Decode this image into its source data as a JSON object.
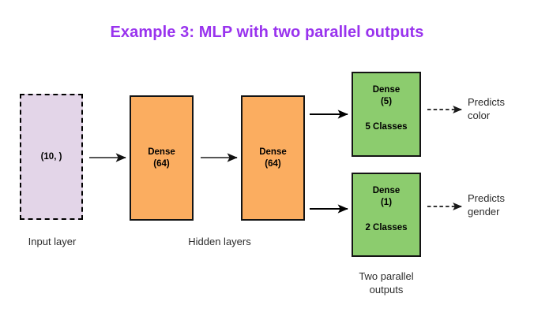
{
  "title": "Example 3: MLP with two parallel outputs",
  "diagram": {
    "type": "neural-network-architecture",
    "input": {
      "shape_label": "(10, )",
      "caption": "Input layer",
      "fill_color": "#e3d5e8",
      "border_style": "dashed"
    },
    "hidden": {
      "caption": "Hidden layers",
      "fill_color": "#fbad60",
      "layers": [
        {
          "name": "Dense",
          "units": "(64)"
        },
        {
          "name": "Dense",
          "units": "(64)"
        }
      ]
    },
    "outputs": {
      "caption": "Two parallel\noutputs",
      "fill_color": "#8ccc6e",
      "heads": [
        {
          "name": "Dense",
          "units": "(5)",
          "classes": "5 Classes",
          "predicts": "Predicts\ncolor"
        },
        {
          "name": "Dense",
          "units": "(1)",
          "classes": "2 Classes",
          "predicts": "Predicts\ngender"
        }
      ]
    },
    "colors": {
      "title": "#9933ee",
      "input_fill": "#e3d5e8",
      "hidden_fill": "#fbad60",
      "output_fill": "#8ccc6e",
      "border": "#141414",
      "arrow_solid": "#555555",
      "arrow_branch": "#000000",
      "arrow_dashed": "#333333",
      "caption_text": "#2b2b2b"
    },
    "arrows": [
      {
        "kind": "solid",
        "from": "input",
        "to": "dense-1"
      },
      {
        "kind": "solid",
        "from": "dense-1",
        "to": "dense-2"
      },
      {
        "kind": "solid",
        "from": "dense-2",
        "to": "output-color"
      },
      {
        "kind": "solid",
        "from": "dense-2",
        "to": "output-gender"
      },
      {
        "kind": "dashed",
        "from": "output-color",
        "to": "predicts-color"
      },
      {
        "kind": "dashed",
        "from": "output-gender",
        "to": "predicts-gender"
      }
    ]
  }
}
